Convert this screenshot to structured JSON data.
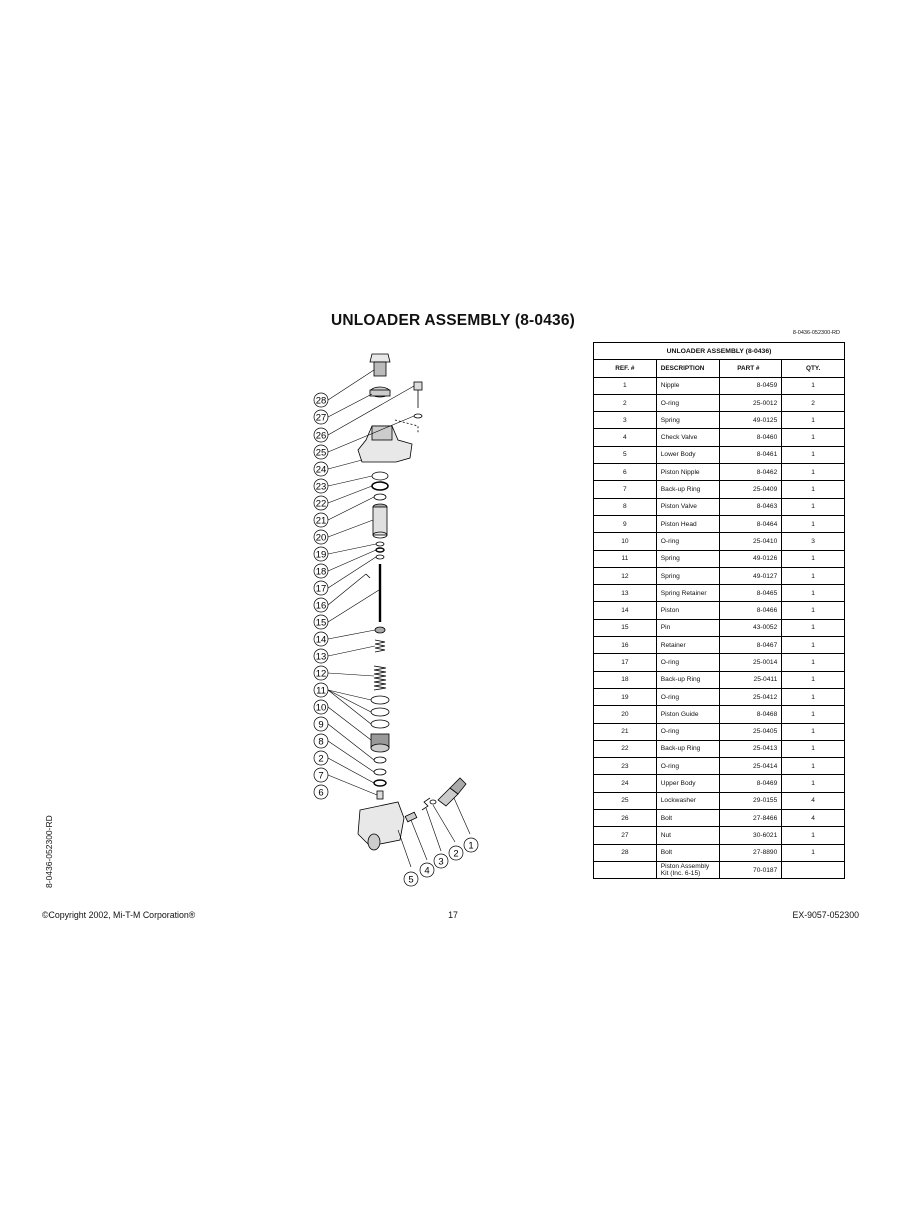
{
  "page": {
    "title": "UNLOADER ASSEMBLY (8-0436)",
    "drawing_code": "8-0436-052300-RD",
    "side_code": "8-0436-052300-RD"
  },
  "table": {
    "caption": "UNLOADER ASSEMBLY (8-0436)",
    "headers": [
      "REF. #",
      "DESCRIPTION",
      "PART #",
      "QTY."
    ],
    "rows": [
      [
        "1",
        "Nipple",
        "8-0459",
        "1"
      ],
      [
        "2",
        "O-ring",
        "25-0012",
        "2"
      ],
      [
        "3",
        "Spring",
        "49-0125",
        "1"
      ],
      [
        "4",
        "Check Valve",
        "8-0460",
        "1"
      ],
      [
        "5",
        "Lower Body",
        "8-0461",
        "1"
      ],
      [
        "6",
        "Piston Nipple",
        "8-0462",
        "1"
      ],
      [
        "7",
        "Back-up Ring",
        "25-0409",
        "1"
      ],
      [
        "8",
        "Piston Valve",
        "8-0463",
        "1"
      ],
      [
        "9",
        "Piston Head",
        "8-0464",
        "1"
      ],
      [
        "10",
        "O-ring",
        "25-0410",
        "3"
      ],
      [
        "11",
        "Spring",
        "49-0126",
        "1"
      ],
      [
        "12",
        "Spring",
        "49-0127",
        "1"
      ],
      [
        "13",
        "Spring Retainer",
        "8-0465",
        "1"
      ],
      [
        "14",
        "Piston",
        "8-0466",
        "1"
      ],
      [
        "15",
        "Pin",
        "43-0052",
        "1"
      ],
      [
        "16",
        "Retainer",
        "8-0467",
        "1"
      ],
      [
        "17",
        "O-ring",
        "25-0014",
        "1"
      ],
      [
        "18",
        "Back-up Ring",
        "25-0411",
        "1"
      ],
      [
        "19",
        "O-ring",
        "25-0412",
        "1"
      ],
      [
        "20",
        "Piston Guide",
        "8-0468",
        "1"
      ],
      [
        "21",
        "O-ring",
        "25-0405",
        "1"
      ],
      [
        "22",
        "Back-up Ring",
        "25-0413",
        "1"
      ],
      [
        "23",
        "O-ring",
        "25-0414",
        "1"
      ],
      [
        "24",
        "Upper Body",
        "8-0469",
        "1"
      ],
      [
        "25",
        "Lockwasher",
        "29-0155",
        "4"
      ],
      [
        "26",
        "Bolt",
        "27-8466",
        "4"
      ],
      [
        "27",
        "Nut",
        "30-6021",
        "1"
      ],
      [
        "28",
        "Bolt",
        "27-8890",
        "1"
      ],
      [
        "",
        "Piston Assembly Kit (Inc. 6-15)",
        "70-0187",
        ""
      ]
    ]
  },
  "diagram": {
    "left_callouts": [
      "28",
      "27",
      "26",
      "25",
      "24",
      "23",
      "22",
      "21",
      "20",
      "19",
      "18",
      "17",
      "16",
      "15",
      "14",
      "13",
      "12",
      "11",
      "10",
      "9",
      "8",
      "2",
      "7",
      "6"
    ],
    "bottom_callouts": [
      "5",
      "4",
      "3",
      "2",
      "1"
    ]
  },
  "footer": {
    "copyright": "©Copyright  2002, Mi-T-M Corporation®",
    "page_number": "17",
    "doc_code": "EX-9057-052300"
  }
}
